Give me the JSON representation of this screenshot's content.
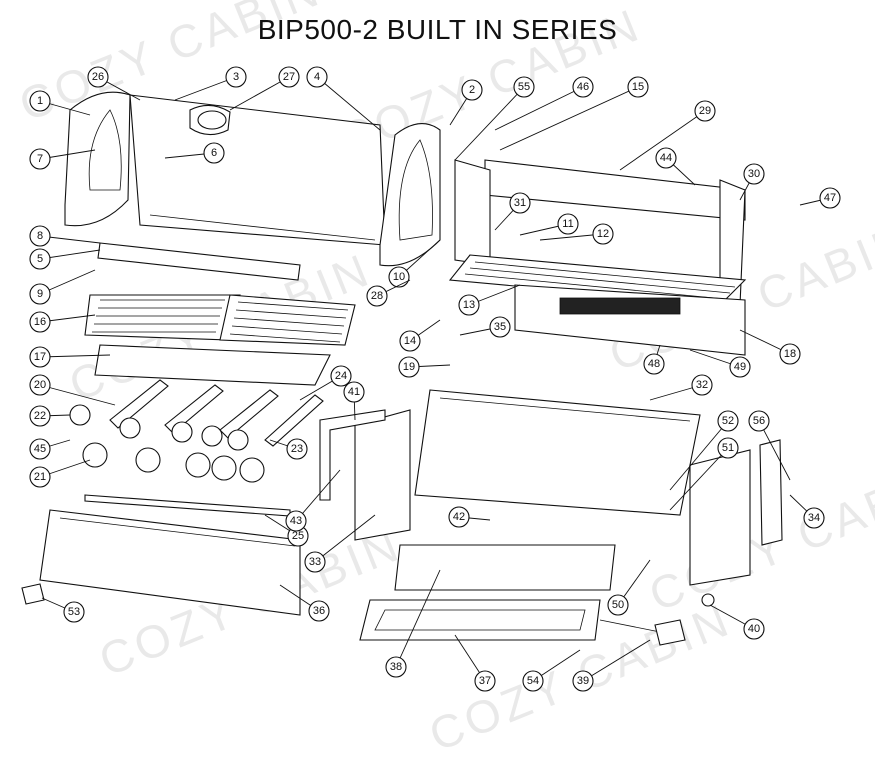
{
  "title": "BIP500-2 BUILT IN SERIES",
  "watermark": "COZY CABIN",
  "callouts": [
    "1",
    "2",
    "3",
    "4",
    "5",
    "6",
    "7",
    "8",
    "9",
    "10",
    "11",
    "12",
    "13",
    "14",
    "15",
    "16",
    "17",
    "18",
    "19",
    "20",
    "21",
    "22",
    "23",
    "24",
    "25",
    "26",
    "27",
    "28",
    "29",
    "30",
    "31",
    "32",
    "33",
    "34",
    "35",
    "36",
    "37",
    "38",
    "39",
    "40",
    "41",
    "42",
    "43",
    "44",
    "45",
    "46",
    "47",
    "48",
    "49",
    "50",
    "51",
    "52",
    "53",
    "54",
    "55",
    "56"
  ]
}
